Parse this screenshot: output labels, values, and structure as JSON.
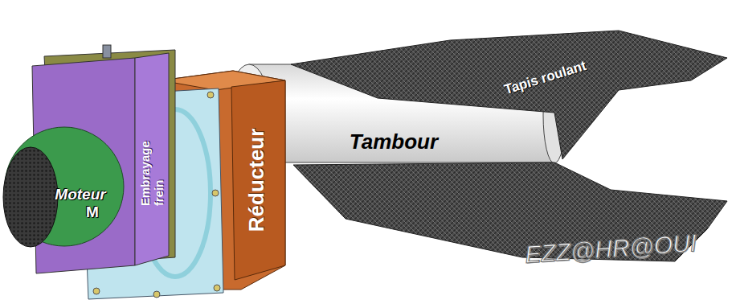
{
  "diagram": {
    "nodes": [
      {
        "text": [
          "Moteur",
          "M"
        ]
      },
      {
        "text": [
          "Embrayage frein"
        ]
      },
      {
        "text": [
          "Réducteur"
        ]
      },
      {
        "text": [
          "Tambour"
        ]
      },
      {
        "text": [
          "Tapis roulant"
        ]
      }
    ],
    "labels": [
      "EZZ@HR@OUI"
    ]
  }
}
